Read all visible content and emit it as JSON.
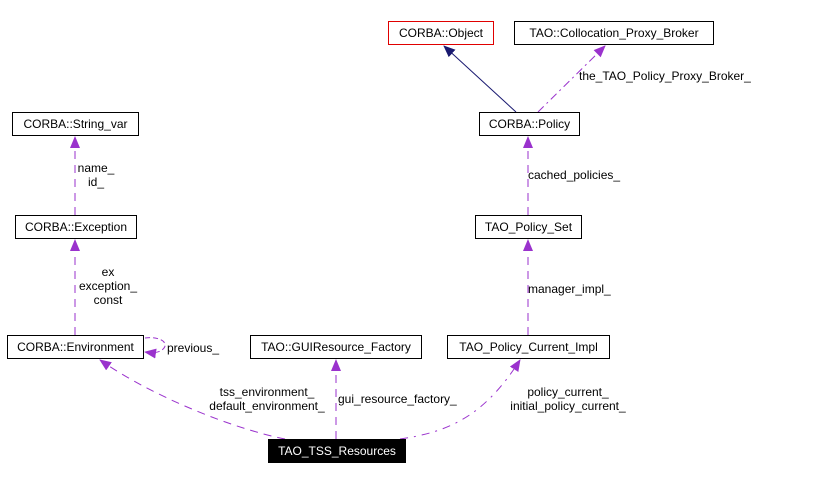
{
  "diagram": {
    "type": "collaboration-graph",
    "colors": {
      "inheritance_edge": "#191970",
      "usage_edge": "#9a32cd",
      "node_border": "#000000",
      "external_node_border": "#e00000",
      "root_node_fill": "#000000",
      "root_node_text": "#ffffff"
    },
    "nodes": {
      "corba_object": {
        "label": "CORBA::Object"
      },
      "collocation_proxy_broker": {
        "label": "TAO::Collocation_Proxy_Broker"
      },
      "corba_policy": {
        "label": "CORBA::Policy"
      },
      "corba_string_var": {
        "label": "CORBA::String_var"
      },
      "tao_policy_set": {
        "label": "TAO_Policy_Set"
      },
      "corba_exception": {
        "label": "CORBA::Exception"
      },
      "corba_environment": {
        "label": "CORBA::Environment"
      },
      "gui_resource_factory": {
        "label": "TAO::GUIResource_Factory"
      },
      "tao_policy_current_impl": {
        "label": "TAO_Policy_Current_Impl"
      },
      "tao_tss_resources": {
        "label": "TAO_TSS_Resources"
      }
    },
    "edges": [
      {
        "from": "corba_policy",
        "to": "corba_object",
        "kind": "inheritance",
        "labels": []
      },
      {
        "from": "corba_policy",
        "to": "collocation_proxy_broker",
        "kind": "usage",
        "labels": [
          "the_TAO_Policy_Proxy_Broker_"
        ]
      },
      {
        "from": "tao_policy_set",
        "to": "corba_policy",
        "kind": "usage",
        "labels": [
          "cached_policies_"
        ]
      },
      {
        "from": "corba_exception",
        "to": "corba_string_var",
        "kind": "usage",
        "labels": [
          "name_",
          "id_"
        ]
      },
      {
        "from": "tao_policy_current_impl",
        "to": "tao_policy_set",
        "kind": "usage",
        "labels": [
          "manager_impl_"
        ]
      },
      {
        "from": "corba_environment",
        "to": "corba_exception",
        "kind": "usage",
        "labels": [
          "ex",
          "exception_",
          "const"
        ]
      },
      {
        "from": "corba_environment",
        "to": "corba_environment",
        "kind": "usage",
        "labels": [
          "previous_"
        ]
      },
      {
        "from": "tao_tss_resources",
        "to": "corba_environment",
        "kind": "usage",
        "labels": [
          "tss_environment_",
          "default_environment_"
        ]
      },
      {
        "from": "tao_tss_resources",
        "to": "gui_resource_factory",
        "kind": "usage",
        "labels": [
          "gui_resource_factory_"
        ]
      },
      {
        "from": "tao_tss_resources",
        "to": "tao_policy_current_impl",
        "kind": "usage",
        "labels": [
          "policy_current_",
          "initial_policy_current_"
        ]
      }
    ]
  }
}
